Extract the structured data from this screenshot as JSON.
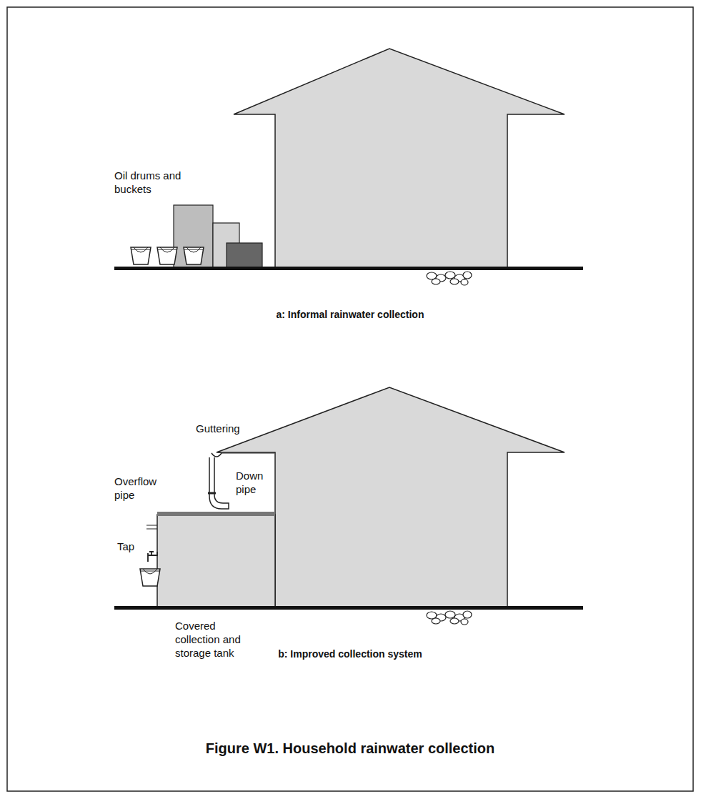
{
  "diagram": {
    "caption": "Figure W1. Household rainwater collection",
    "labels": [
      "Oil drums and buckets",
      "a: Informal rainwater collection",
      "Guttering",
      "Down pipe",
      "Overflow pipe",
      "Tap",
      "Covered collection and storage tank",
      "b: Improved collection system"
    ]
  }
}
